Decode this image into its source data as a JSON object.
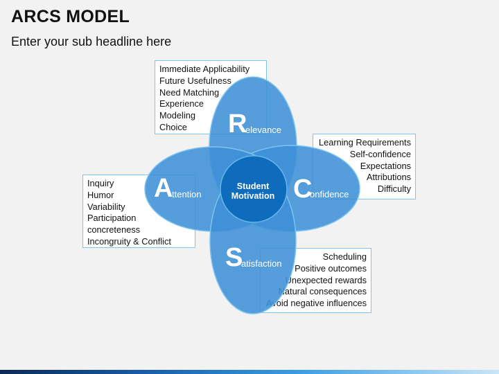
{
  "header": {
    "title": "ARCS MODEL",
    "subtitle": "Enter your sub headline here"
  },
  "center": {
    "line1": "Student",
    "line2": "Motivation"
  },
  "relevance": {
    "letter": "R",
    "rest": "elevance",
    "items": [
      "Immediate Applicability",
      "Future Usefulness",
      "Need Matching",
      "Experience",
      "Modeling",
      "Choice"
    ]
  },
  "confidence": {
    "letter": "C",
    "rest": "onfidence",
    "items": [
      "Learning Requirements",
      "Self-confidence",
      "Expectations",
      "Attributions",
      "Difficulty"
    ]
  },
  "attention": {
    "letter": "A",
    "rest": "ttention",
    "items": [
      "Inquiry",
      "Humor",
      "Variability",
      "Participation",
      "concreteness",
      "Incongruity & Conflict"
    ]
  },
  "satisfaction": {
    "letter": "S",
    "rest": "atisfaction",
    "items": [
      "Scheduling",
      "Positive outcomes",
      "Unexpected rewards",
      "Natural consequences",
      "Avoid negative influences"
    ]
  },
  "colors": {
    "petal": "#3d8fd6",
    "petal_stroke": "#7cc4f0",
    "center": "#0f6cbd",
    "box_border": "#7ec4ec"
  }
}
